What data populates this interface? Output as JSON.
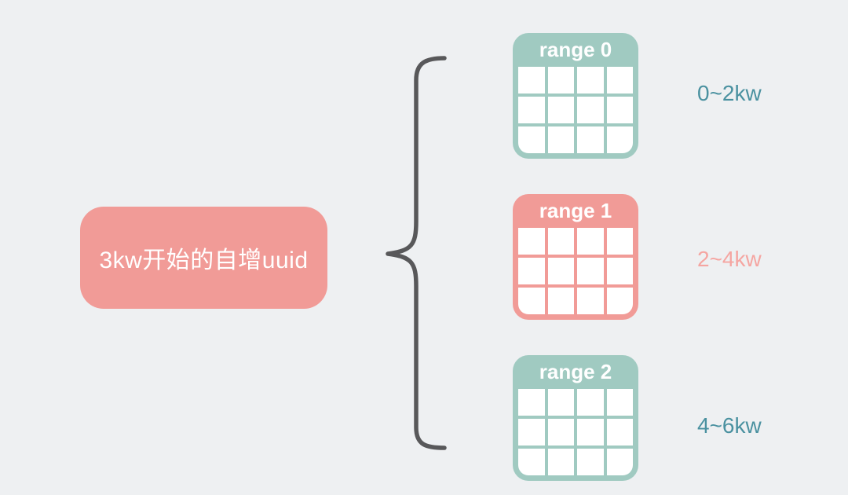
{
  "background_color": "#eef0f2",
  "source": {
    "label": "3kw开始的自增uuid",
    "color": "#f19b97",
    "text_color": "#ffffff"
  },
  "brace": {
    "color": "#58585a"
  },
  "tables": [
    {
      "name": "range 0",
      "color": "#a0cac1",
      "cols": 4,
      "rows": 3,
      "range_label": "0~2kw",
      "label_color": "#4a91a0"
    },
    {
      "name": "range 1",
      "color": "#f19b97",
      "cols": 4,
      "rows": 3,
      "range_label": "2~4kw",
      "label_color": "#f5a5a1"
    },
    {
      "name": "range 2",
      "color": "#a0cac1",
      "cols": 4,
      "rows": 3,
      "range_label": "4~6kw",
      "label_color": "#4a91a0"
    }
  ]
}
